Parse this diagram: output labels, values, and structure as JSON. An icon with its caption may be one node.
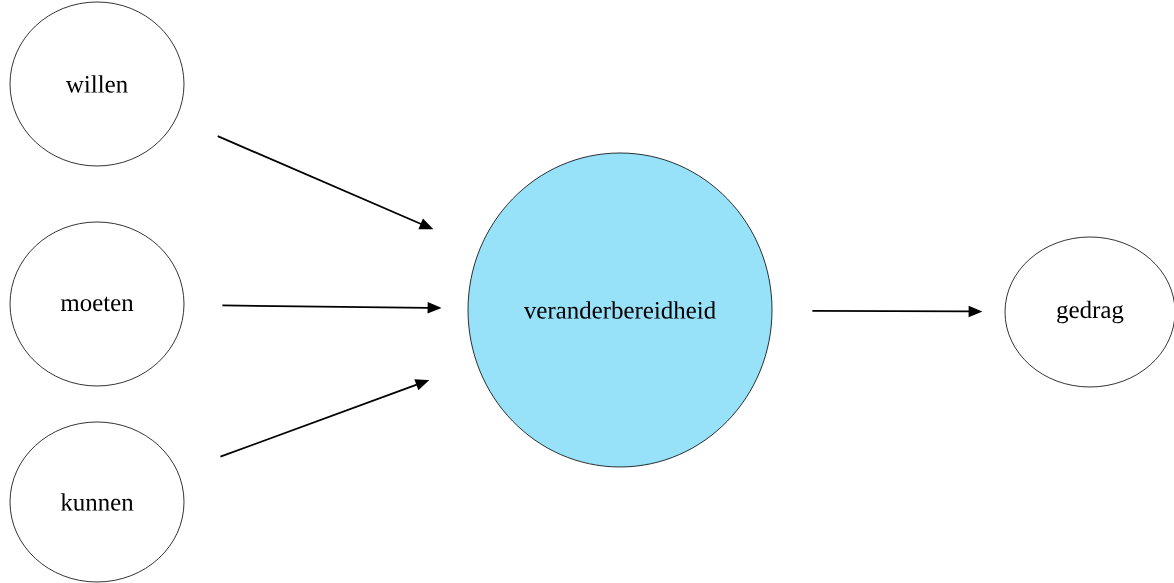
{
  "diagram": {
    "nodes": [
      {
        "text": [
          "willen"
        ]
      },
      {
        "text": [
          "moeten"
        ]
      },
      {
        "text": [
          "kunnen"
        ]
      },
      {
        "text": [
          "veranderbereidheid"
        ]
      },
      {
        "text": [
          "gedrag"
        ]
      }
    ],
    "edges": [
      {
        "from": 0,
        "to": 3,
        "arrow": "to"
      },
      {
        "from": 1,
        "to": 3,
        "arrow": "to"
      },
      {
        "from": 2,
        "to": 3,
        "arrow": "to"
      },
      {
        "from": 3,
        "to": 4,
        "arrow": "to"
      }
    ]
  }
}
